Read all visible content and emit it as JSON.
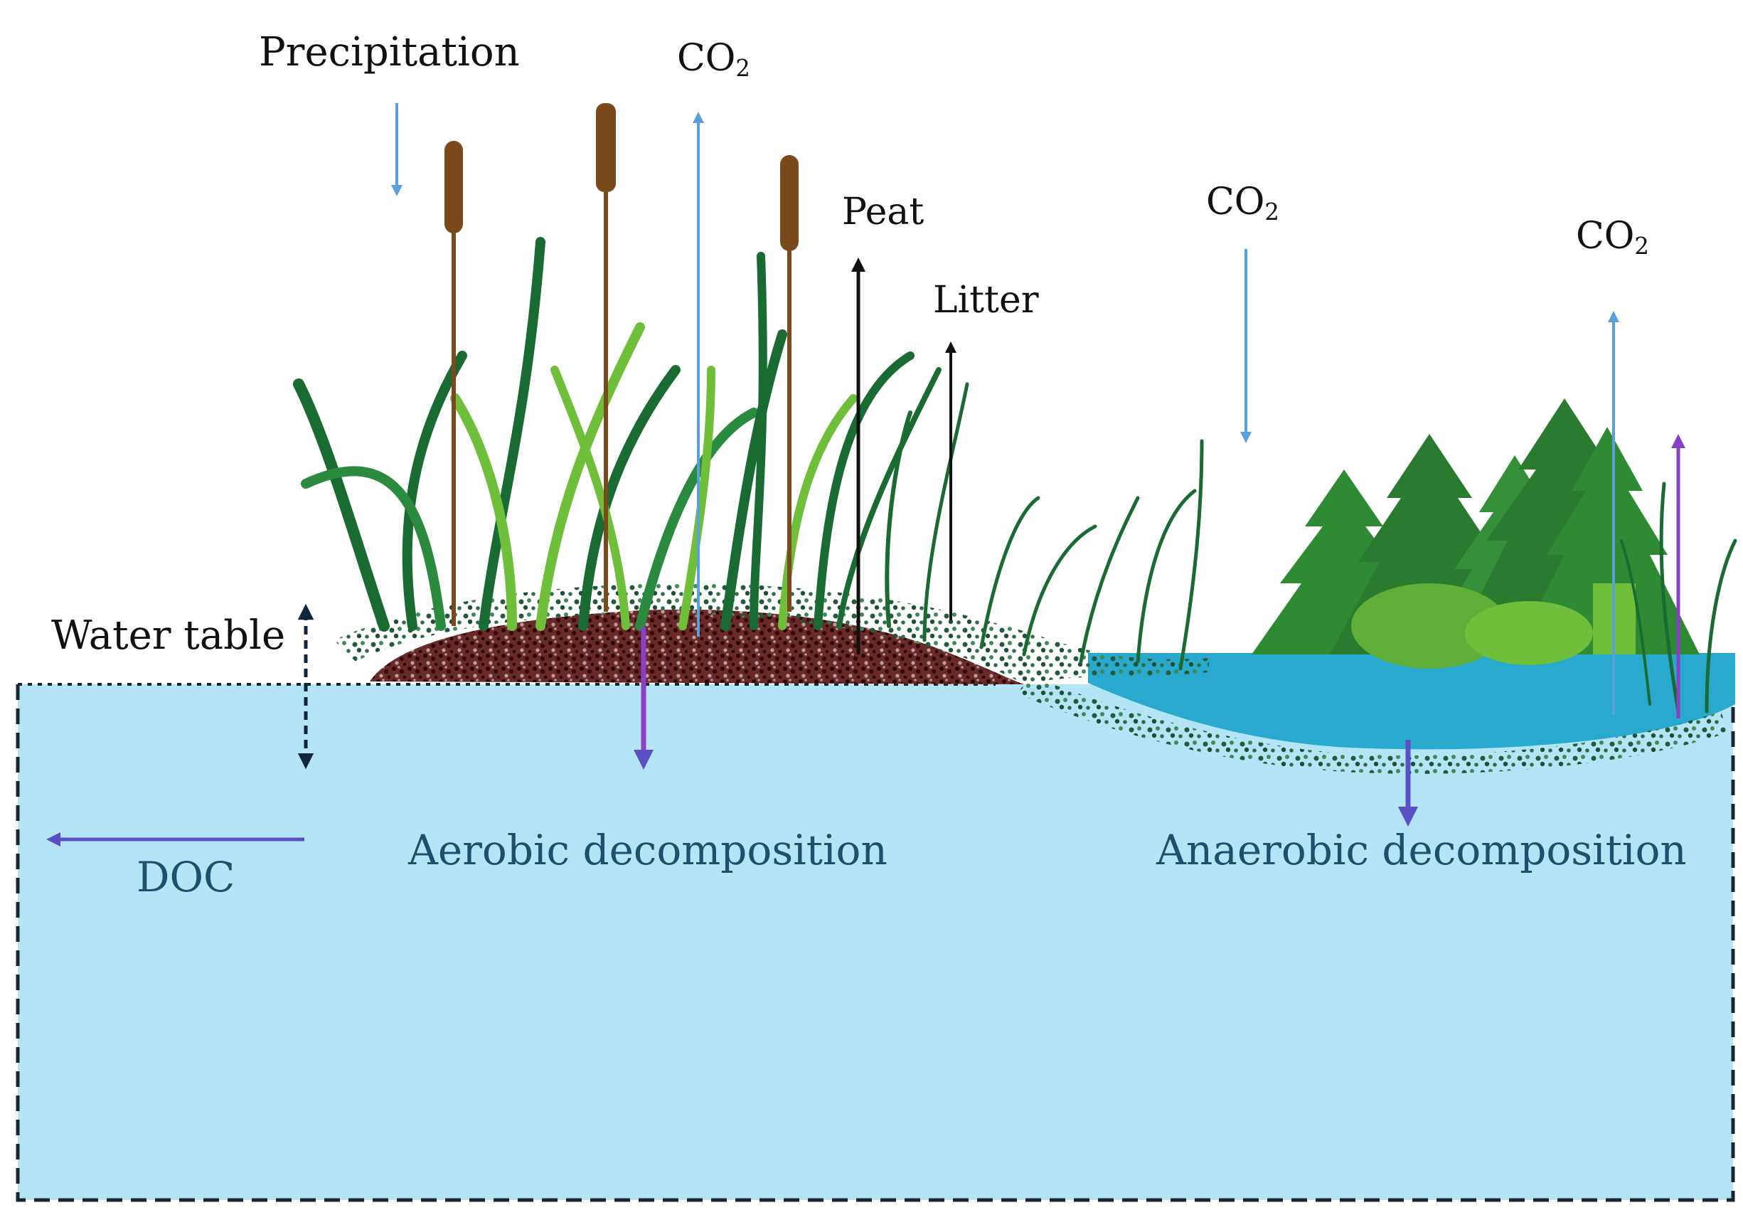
{
  "labels": {
    "precipitation": "Precipitation",
    "co2_top": "CO",
    "co2_mid": "CO",
    "co2_right": "CO",
    "co2_subscript": "2",
    "peat": "Peat",
    "litter": "Litter",
    "water_table": "Water table",
    "doc": "DOC",
    "aerobic": "Aerobic decomposition",
    "anaerobic": "Anaerobic decomposition"
  },
  "colors": {
    "groundwater": "#b3e5f6",
    "pond": "#2aa9cf",
    "peat_soil": "#4a1010",
    "co2_arrow": "#5aa0dc",
    "flux_arrow": "#5a4fc4",
    "ch4_arrow": "#8a3fc4",
    "carbon_arrow": "#111111",
    "grass_dark": "#1a6b32",
    "grass_light": "#6fbf3a",
    "cattail": "#7a4a1c",
    "conifer": "#2f8a34"
  }
}
